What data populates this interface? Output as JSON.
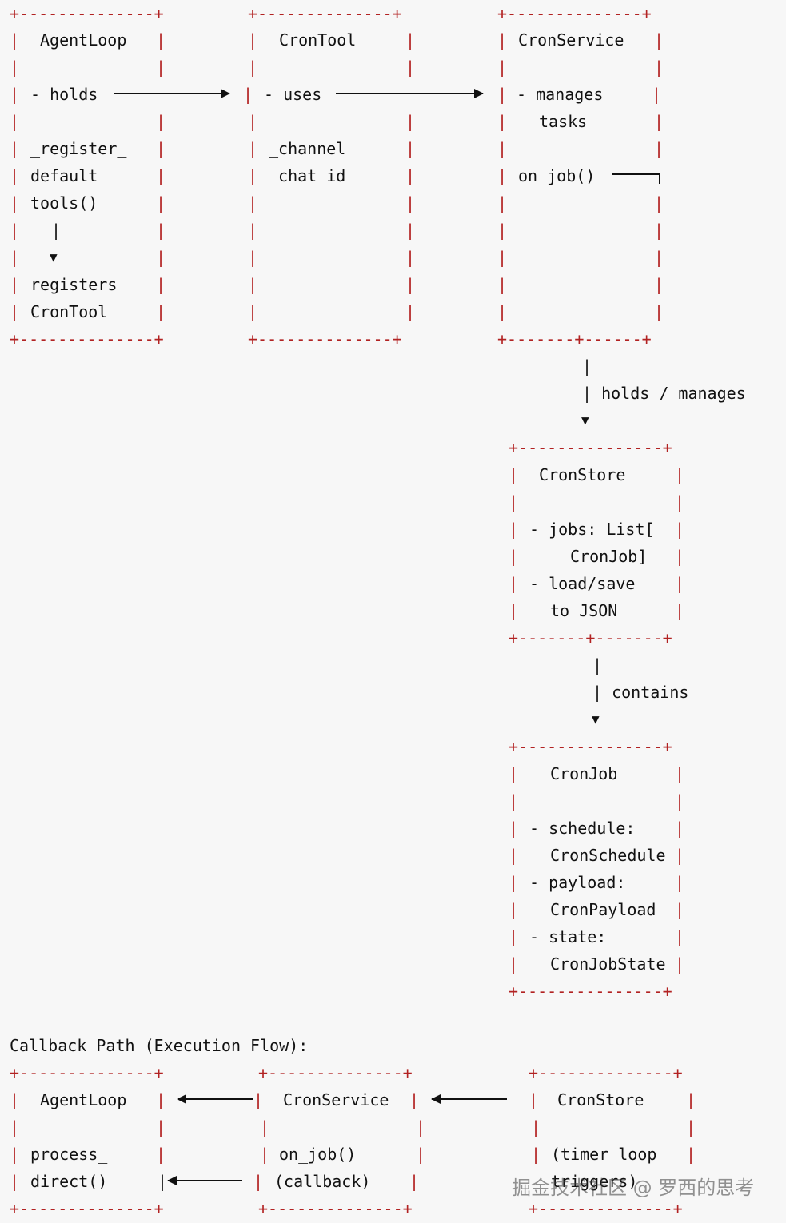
{
  "top_row": {
    "agentloop": {
      "border_top": "+--------------+",
      "border_bottom": "+--------------+",
      "title": "AgentLoop",
      "holds": "- holds",
      "method_1": "_register_",
      "method_2": "default_",
      "method_3": "tools()",
      "pipe": "|",
      "down_arrow": "▼",
      "registers_1": "registers",
      "registers_2": "CronTool"
    },
    "crontool": {
      "border_top": "+--------------+",
      "border_bottom": "+--------------+",
      "title": "CronTool",
      "uses": "- uses",
      "field_1": "_channel",
      "field_2": "_chat_id"
    },
    "cronservice": {
      "border_top": "+--------------+",
      "border_bottom": "+-------+------+",
      "title": "CronService",
      "manages_1": "- manages",
      "manages_2": "tasks",
      "on_job": "on_job()"
    }
  },
  "link_holds_manages": {
    "pipe_1": "|",
    "label": "| holds / manages",
    "arrow": "▼"
  },
  "cronstore": {
    "border_top": "+---------------+",
    "border_bottom": "+-------+-------+",
    "title": "CronStore",
    "jobs_1": "- jobs: List[",
    "jobs_2": "CronJob]",
    "load_1": "- load/save",
    "load_2": "to JSON"
  },
  "link_contains": {
    "pipe_1": "|",
    "label": "| contains",
    "arrow": "▼"
  },
  "cronjob": {
    "border_top": "+---------------+",
    "border_bottom": "+---------------+",
    "title": "CronJob",
    "schedule_1": "- schedule:",
    "schedule_2": "CronSchedule",
    "payload_1": "- payload:",
    "payload_2": "CronPayload",
    "state_1": "- state:",
    "state_2": "CronJobState"
  },
  "callback_section": {
    "heading": "Callback Path (Execution Flow):",
    "agentloop": {
      "border_top": "+--------------+",
      "border_bottom": "+--------------+",
      "title": "AgentLoop",
      "method_1": "process_",
      "method_2": "direct()"
    },
    "cronservice": {
      "border_top": "+--------------+",
      "border_bottom": "+--------------+",
      "title": "CronService",
      "method_1": "on_job()",
      "method_2": "(callback)"
    },
    "cronstore": {
      "border_top": "+--------------+",
      "border_bottom": "+--------------+",
      "title": "CronStore",
      "line_1": "(timer loop",
      "line_2": "triggers)"
    }
  },
  "watermark": "掘金技术社区 @ 罗西的思考",
  "colors": {
    "border": "#b22222",
    "text": "#111111",
    "background": "#f7f7f7"
  }
}
